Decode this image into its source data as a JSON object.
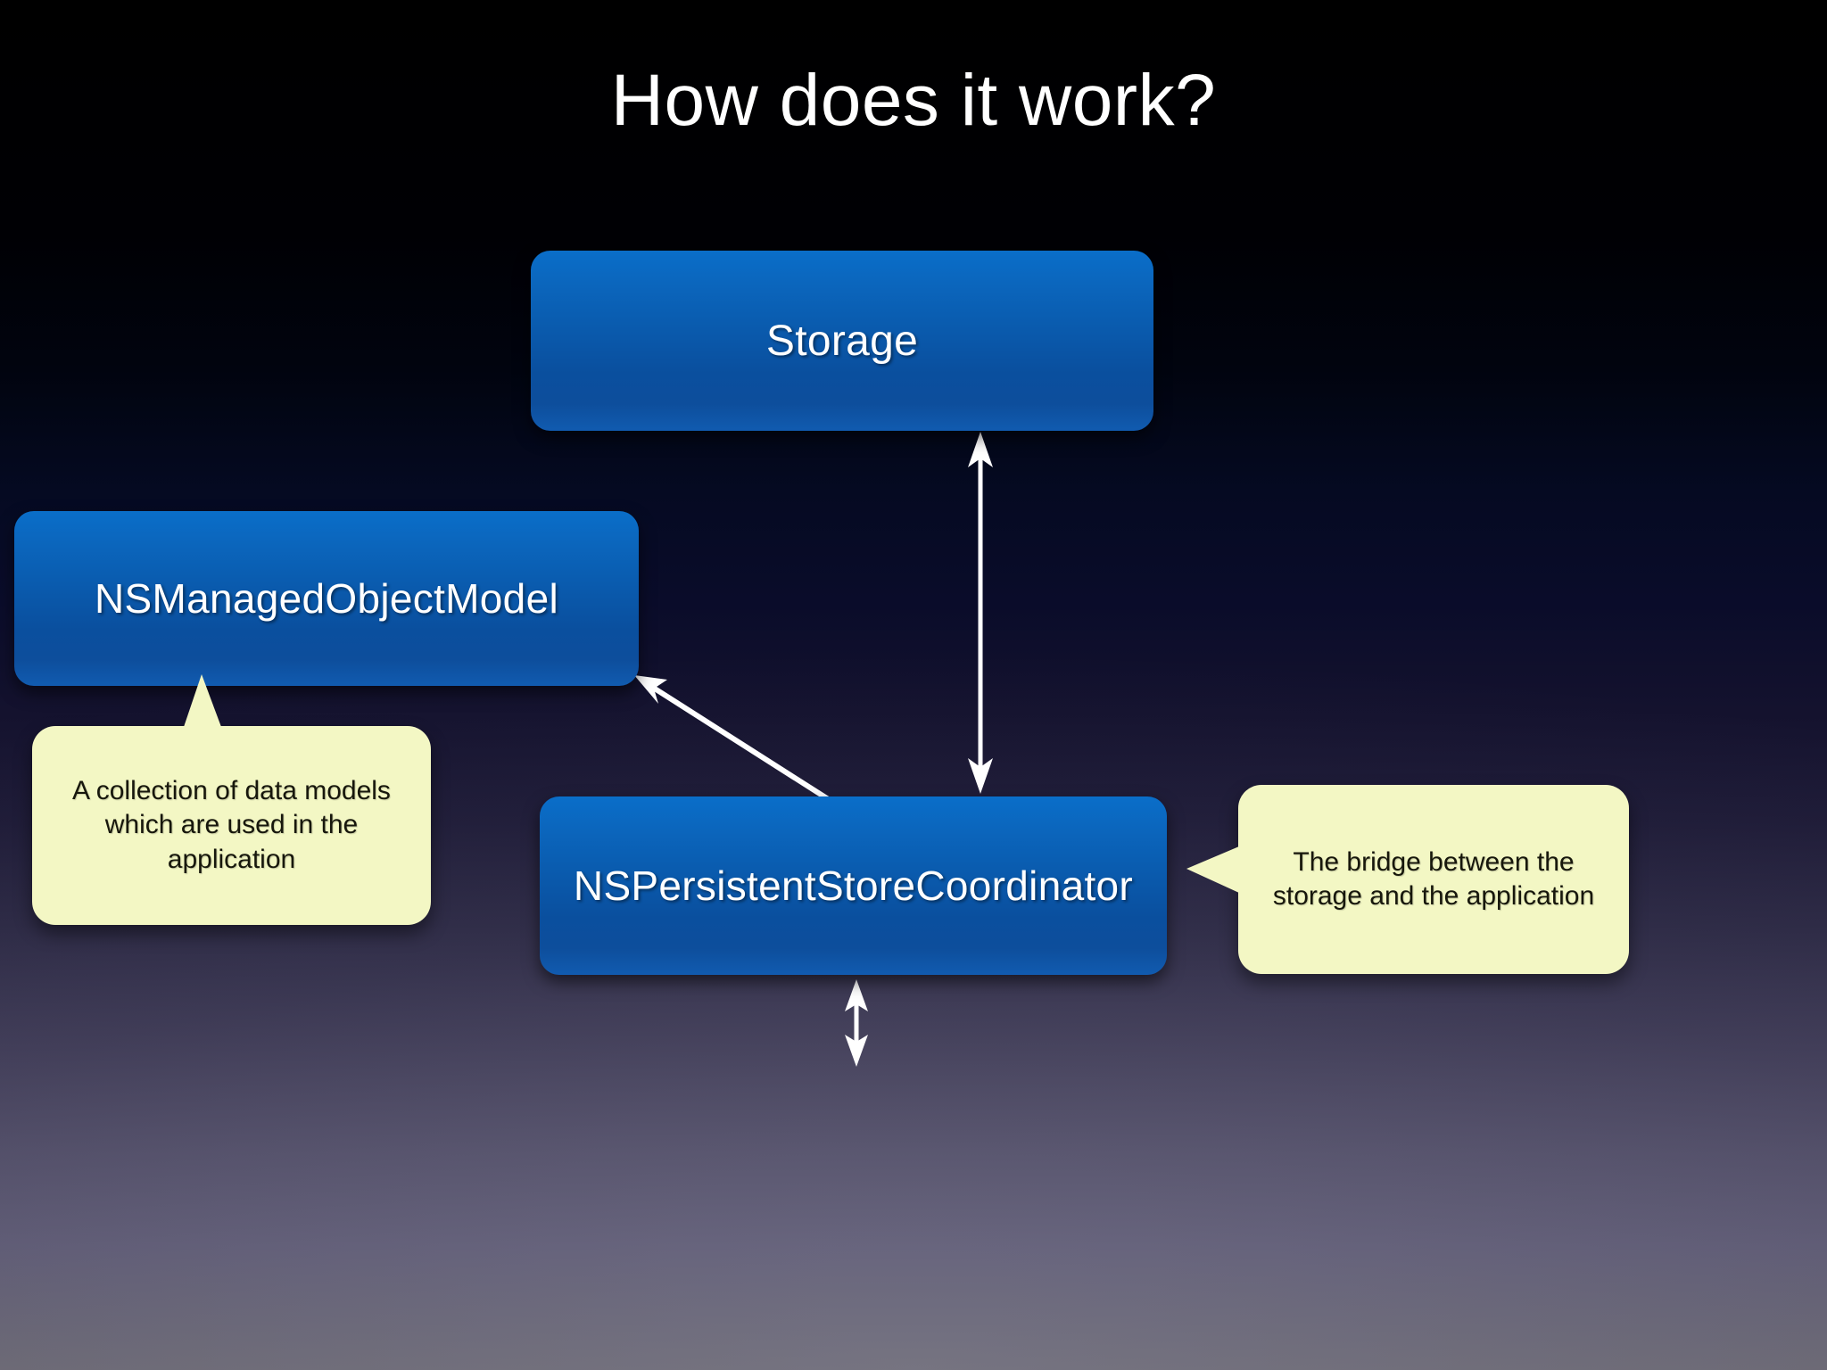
{
  "slide": {
    "title": "How does it work?",
    "background": {
      "top_color": "#000000",
      "mid_color": "#0a0c2a",
      "bottom_color": "#68656f"
    },
    "accent_color": "#0a5bae",
    "callout_color": "#f3f7c4",
    "arrow_color": "#ffffff"
  },
  "nodes": [
    {
      "id": "storage",
      "label": "Storage"
    },
    {
      "id": "momodel",
      "label": "NSManagedObjectModel"
    },
    {
      "id": "psc",
      "label": "NSPersistentStoreCoordinator"
    }
  ],
  "callouts": [
    {
      "id": "momodel-note",
      "text": "A collection of data models which are used in the application",
      "points_to": "momodel",
      "tail_direction": "up"
    },
    {
      "id": "psc-note",
      "text": "The bridge between the storage and the application",
      "points_to": "psc",
      "tail_direction": "left"
    }
  ],
  "connectors": [
    {
      "id": "storage-psc",
      "from": "storage",
      "to": "psc",
      "style": "double-headed",
      "orientation": "vertical"
    },
    {
      "id": "psc-momodel",
      "from": "psc",
      "to": "momodel",
      "style": "single-headed",
      "orientation": "diagonal"
    },
    {
      "id": "psc-down",
      "from": "psc",
      "to": "",
      "style": "double-headed",
      "orientation": "vertical"
    }
  ]
}
